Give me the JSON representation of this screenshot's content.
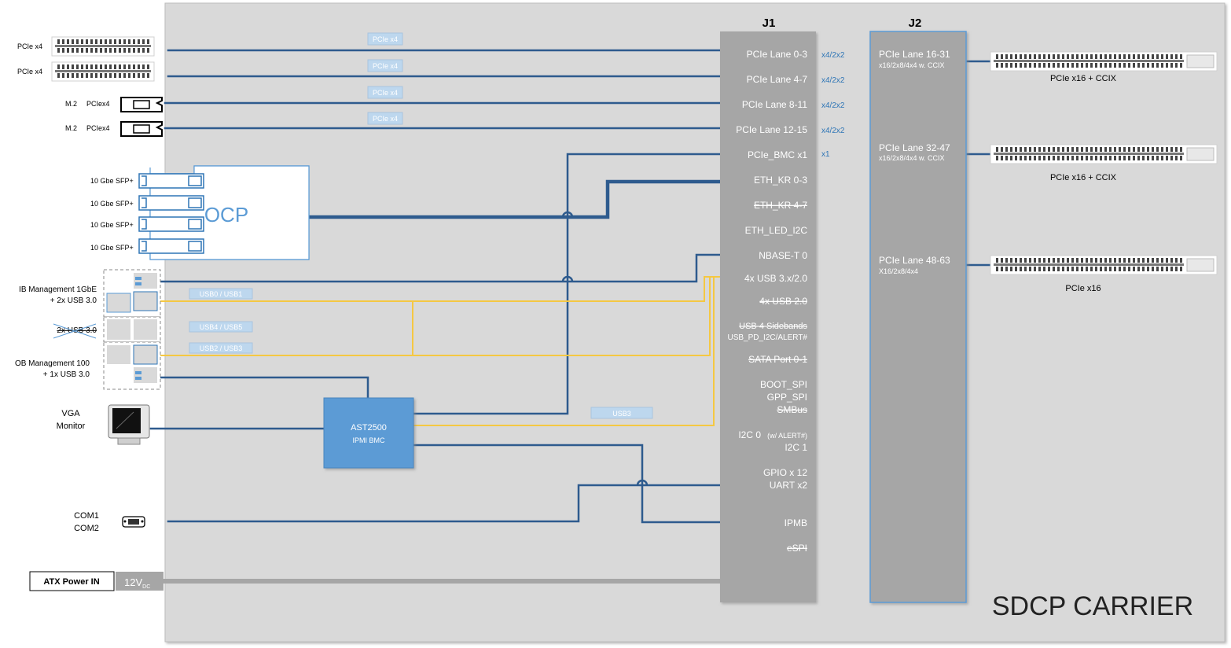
{
  "title": "SDCP CARRIER",
  "connectors": {
    "j1": {
      "label": "J1",
      "pins": [
        {
          "text": "PCIe Lane 0-3",
          "note": "x4/2x2",
          "struck": false
        },
        {
          "text": "PCIe Lane 4-7",
          "note": "x4/2x2",
          "struck": false
        },
        {
          "text": "PCIe Lane 8-11",
          "note": "x4/2x2",
          "struck": false
        },
        {
          "text": "PCIe Lane 12-15",
          "note": "x4/2x2",
          "struck": false
        },
        {
          "text": "PCIe_BMC x1",
          "note": "x1",
          "struck": false
        },
        {
          "text": "ETH_KR 0-3",
          "note": "",
          "struck": false
        },
        {
          "text": "ETH_KR 4-7",
          "note": "",
          "struck": true
        },
        {
          "text": "ETH_LED_I2C",
          "note": "",
          "struck": false
        },
        {
          "text": "NBASE-T 0",
          "note": "",
          "struck": false
        },
        {
          "text": "4x USB 3.x/2.0",
          "note": "",
          "struck": false
        },
        {
          "text": "4x USB 2.0",
          "note": "",
          "struck": true
        },
        {
          "text": "USB 4 Sidebands",
          "note": "",
          "struck": true
        },
        {
          "text": "USB_PD_I2C/ALERT#",
          "note": "",
          "struck": false
        },
        {
          "text": "SATA Port 0-1",
          "note": "",
          "struck": true
        },
        {
          "text": "BOOT_SPI",
          "note": "",
          "struck": false
        },
        {
          "text": "GPP_SPI",
          "note": "",
          "struck": false
        },
        {
          "text": "SMBus",
          "note": "",
          "struck": true
        },
        {
          "text": "I2C 0",
          "note": "",
          "struck": false
        },
        {
          "text": "(w/ ALERT#)",
          "note": "",
          "struck": false
        },
        {
          "text": "I2C 1",
          "note": "",
          "struck": false
        },
        {
          "text": "GPIO x 12",
          "note": "",
          "struck": false
        },
        {
          "text": "UART x2",
          "note": "",
          "struck": false
        },
        {
          "text": "IPMB",
          "note": "",
          "struck": false
        },
        {
          "text": "eSPI",
          "note": "",
          "struck": true
        }
      ]
    },
    "j2": {
      "label": "J2",
      "groups": [
        {
          "text": "PCIe Lane 16-31",
          "sub": "x16/2x8/4x4 w. CCIX",
          "slot": "PCIe x16 + CCIX"
        },
        {
          "text": "PCIe Lane 32-47",
          "sub": "x16/2x8/4x4 w. CCIX",
          "slot": "PCIe x16 + CCIX"
        },
        {
          "text": "PCIe Lane 48-63",
          "sub": "X16/2x8/4x4",
          "slot": "PCIe x16"
        }
      ]
    }
  },
  "left": {
    "pcie_slots": [
      "PCIe x4",
      "PCIe x4"
    ],
    "m2": [
      {
        "a": "M.2",
        "b": "PCIex4"
      },
      {
        "a": "M.2",
        "b": "PCIex4"
      }
    ],
    "sfp": [
      "10 Gbe SFP+",
      "10 Gbe SFP+",
      "10 Gbe SFP+",
      "10 Gbe SFP+"
    ],
    "ocp": "OCP",
    "ib_mgmt": [
      "IB Management 1GbE",
      "+ 2x USB 3.0"
    ],
    "usb_strike": "2x USB 3.0",
    "ob_mgmt": [
      "OB Management 100",
      "+ 1x USB 3.0"
    ],
    "vga": [
      "VGA",
      "Monitor"
    ],
    "com": [
      "COM1",
      "COM2"
    ],
    "atx": "ATX Power IN",
    "v12": "12V",
    "v12_sub": "DC"
  },
  "bus_tags": {
    "pcie": [
      "PCIe x4",
      "PCIe x4",
      "PCIe x4",
      "PCIe x4"
    ],
    "usb01": "USB0 / USB1",
    "usb45": "USB4 / USB5",
    "usb23": "USB2 / USB3",
    "usb3": "USB3"
  },
  "bmc": {
    "name": "AST2500",
    "sub": "IPMI BMC"
  },
  "colors": {
    "blue": "#2e5b8e",
    "yellow": "#f5c842",
    "board": "#d9d9d9",
    "j": "#a6a6a6",
    "bmc": "#5b9bd5"
  }
}
